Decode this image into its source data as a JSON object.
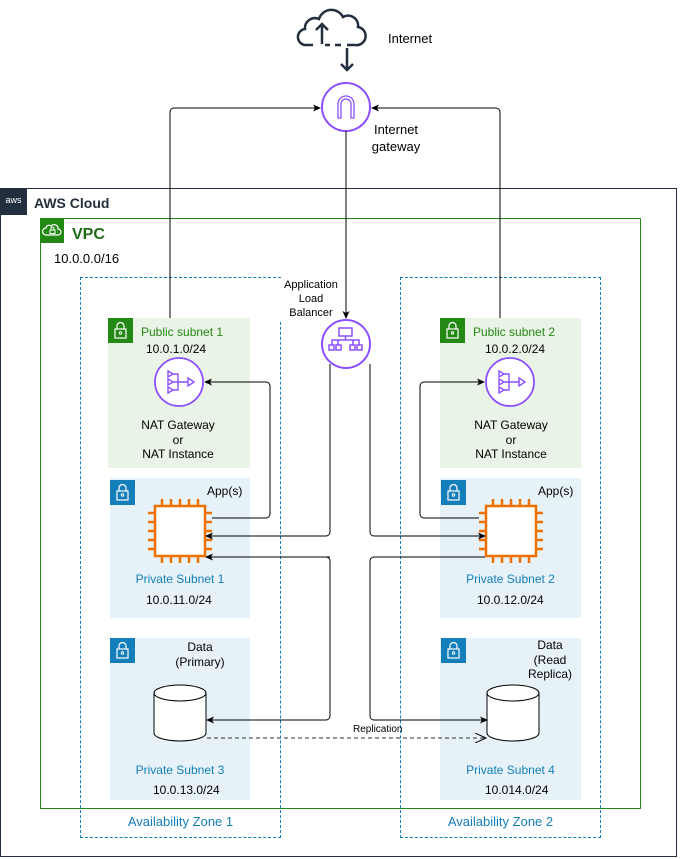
{
  "internet": {
    "label": "Internet",
    "icon": "cloud-upload-icon"
  },
  "igw": {
    "label_line1": "Internet",
    "label_line2": "gateway",
    "icon": "internet-gateway-icon"
  },
  "aws_cloud": {
    "title": "AWS Cloud",
    "badge": "aws"
  },
  "vpc": {
    "title": "VPC",
    "cidr": "10.0.0.0/16"
  },
  "alb": {
    "label_line1": "Application",
    "label_line2": "Load",
    "label_line3": "Balancer",
    "icon": "load-balancer-icon"
  },
  "zones": [
    {
      "label": "Availability Zone 1"
    },
    {
      "label": "Availability Zone 2"
    }
  ],
  "public_subnets": [
    {
      "title": "Public subnet 1",
      "cidr": "10.0.1.0/24",
      "label_line1": "NAT Gateway",
      "label_line2": "or",
      "label_line3": "NAT Instance"
    },
    {
      "title": "Public subnet 2",
      "cidr": "10.0.2.0/24",
      "label_line1": "NAT Gateway",
      "label_line2": "or",
      "label_line3": "NAT Instance"
    }
  ],
  "app_subnets": [
    {
      "title": "Private Subnet 1",
      "cidr": "10.0.11.0/24",
      "role": "App(s)"
    },
    {
      "title": "Private Subnet 2",
      "cidr": "10.0.12.0/24",
      "role": "App(s)"
    }
  ],
  "data_subnets": [
    {
      "title": "Private Subnet 3",
      "cidr": "10.0.13.0/24",
      "role_line1": "Data",
      "role_line2": "(Primary)",
      "role_line3": ""
    },
    {
      "title": "Private Subnet 4",
      "cidr": "10.014.0/24",
      "role_line1": "Data",
      "role_line2": "(Read",
      "role_line3": "Replica)"
    }
  ],
  "replication": {
    "label": "Replication"
  },
  "colors": {
    "vpc_green": "#248814",
    "az_blue": "#147eba",
    "aws_dark": "#232f3e",
    "network_purple": "#8c4fff",
    "compute_orange": "#ed7100",
    "public_fill": "#e9f3e6",
    "private_fill": "#e6f2f8"
  }
}
